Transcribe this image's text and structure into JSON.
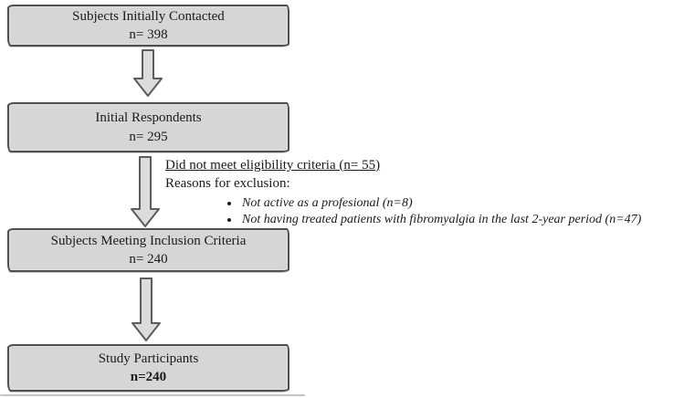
{
  "flowchart": {
    "boxes": [
      {
        "title": "Subjects Initially Contacted",
        "count": "n= 398"
      },
      {
        "title": "Initial Respondents",
        "count": "n= 295"
      },
      {
        "title": "Subjects Meeting Inclusion Criteria",
        "count": "n= 240"
      },
      {
        "title": "Study Participants",
        "count": "n=240"
      }
    ],
    "exclusion": {
      "heading": "Did not meet eligibility criteria (n= 55)",
      "subheading": "Reasons for exclusion:",
      "bullets": [
        "Not active as a profesional (n=8)",
        "Not having treated patients with fibromyalgia in the last 2-year period (n=47)"
      ]
    },
    "colors": {
      "box_fill": "#d6d6d6",
      "box_border": "#4f4f4f",
      "arrow_fill": "#dcdcdc",
      "arrow_border": "#5c5c5c",
      "text": "#1a1a1a",
      "bg": "#ffffff"
    }
  }
}
